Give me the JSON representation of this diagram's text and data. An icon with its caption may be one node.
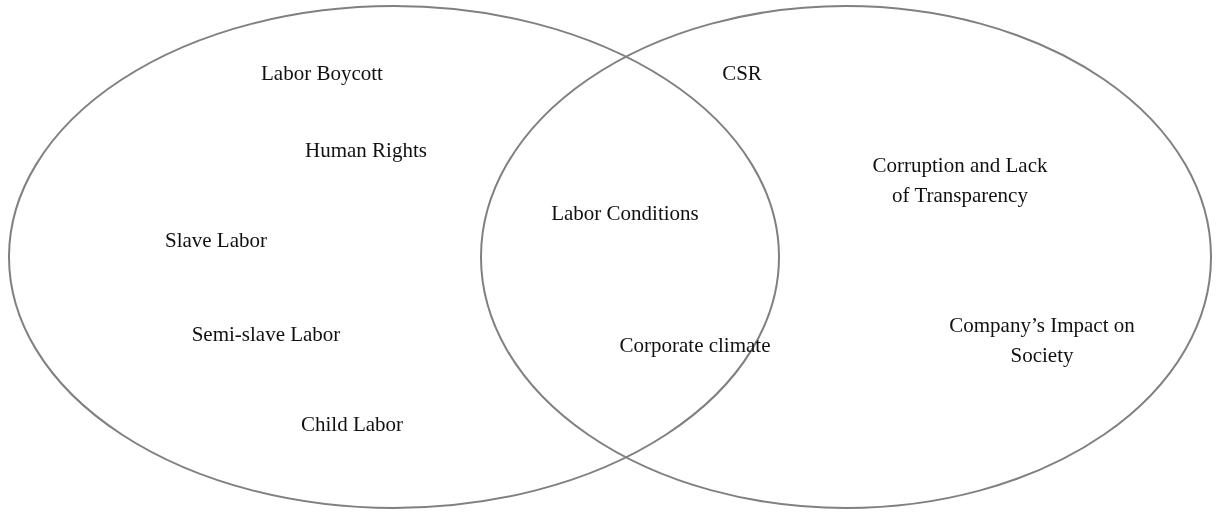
{
  "diagram": {
    "nodes": [
      {
        "text": [],
        "shape": "ellipse"
      },
      {
        "text": [],
        "shape": "ellipse"
      }
    ],
    "labels": [
      "Labor Boycott",
      "CSR",
      "Human Rights",
      "Corruption and Lack of Transparency",
      "Labor Conditions",
      "Slave Labor",
      "Company’s Impact on Society",
      "Semi-slave Labor",
      "Corporate climate",
      "Child Labor"
    ]
  }
}
